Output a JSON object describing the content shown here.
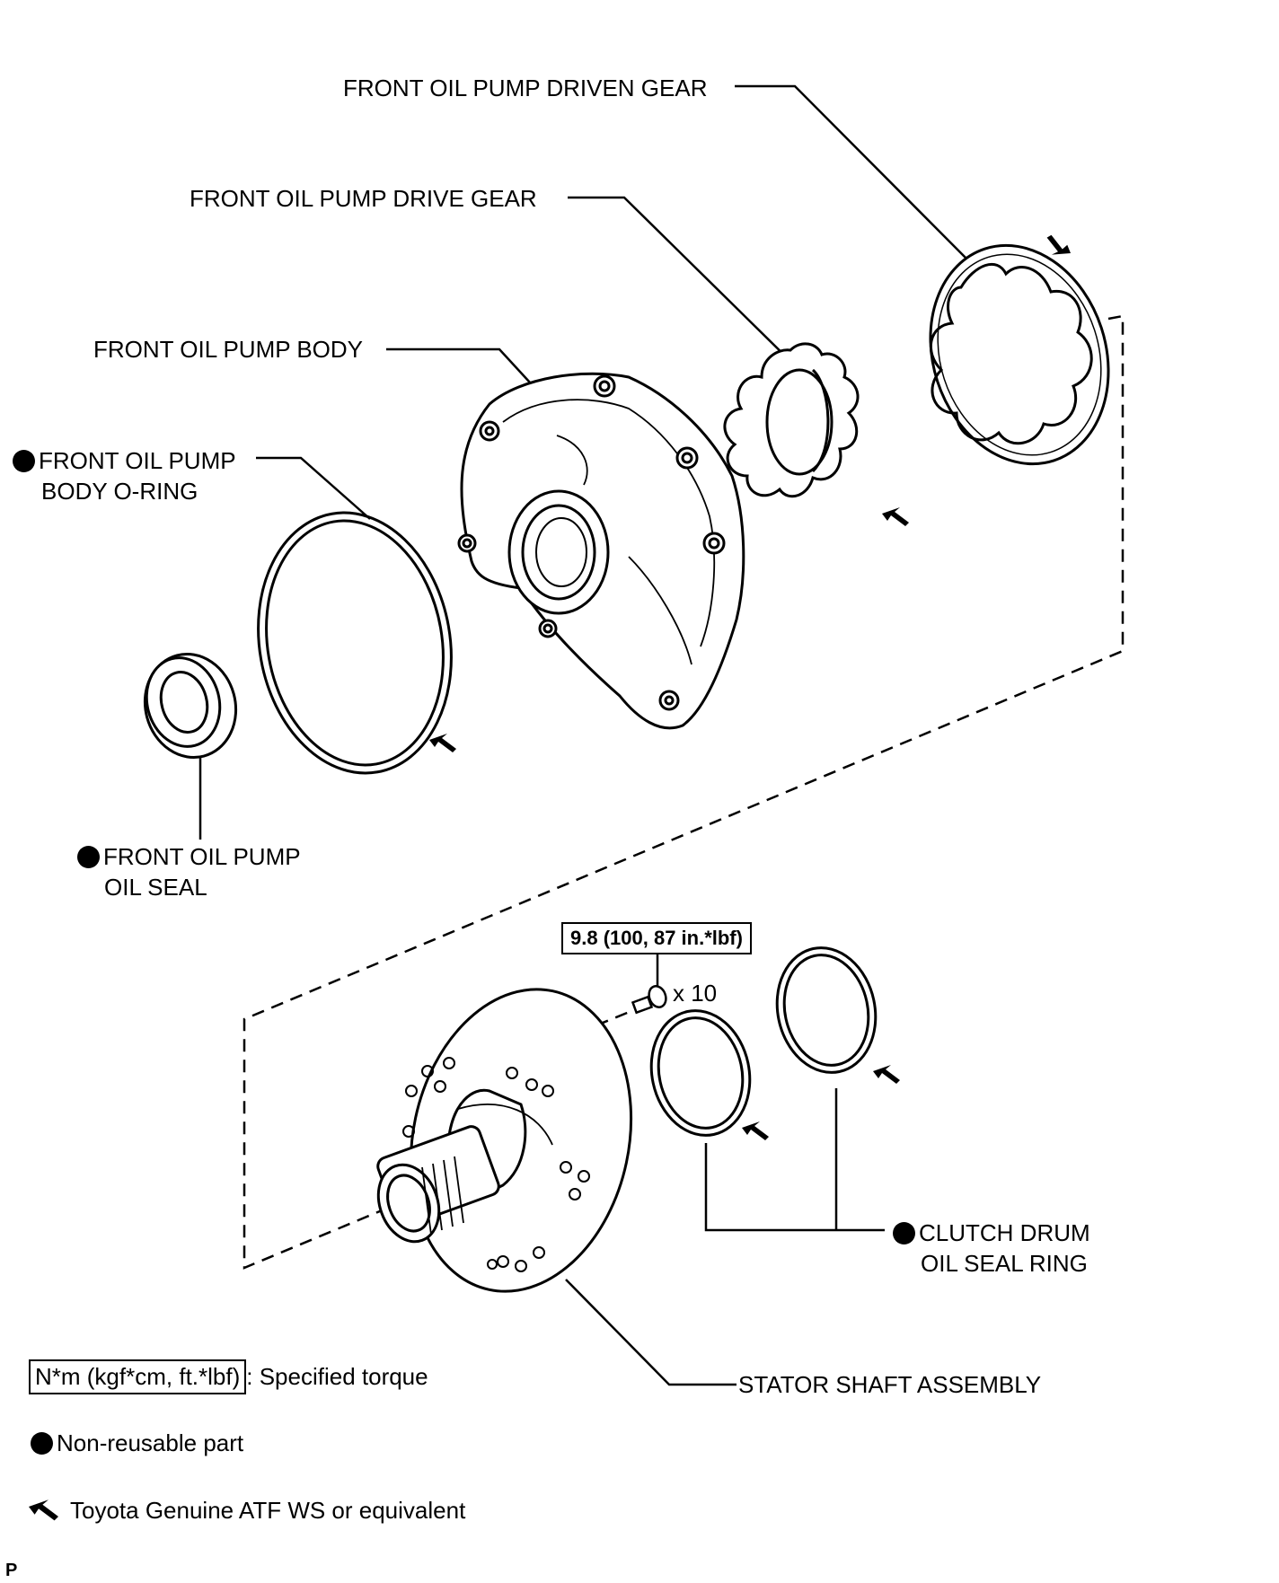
{
  "labels": {
    "driven_gear": "FRONT OIL PUMP DRIVEN GEAR",
    "drive_gear": "FRONT OIL PUMP DRIVE GEAR",
    "pump_body": "FRONT OIL PUMP BODY",
    "oring_1": "FRONT OIL PUMP",
    "oring_2": "BODY O-RING",
    "oil_seal_1": "FRONT OIL PUMP",
    "oil_seal_2": "OIL SEAL",
    "torque_value": "9.8 (100, 87 in.*lbf)",
    "bolt_count": "x 10",
    "clutch_seal_1": "CLUTCH DRUM",
    "clutch_seal_2": "OIL SEAL RING",
    "stator": "STATOR SHAFT ASSEMBLY"
  },
  "legend": {
    "torque_box": "N*m (kgf*cm, ft.*lbf)",
    "torque_text": ": Specified torque",
    "nonreusable": "Non-reusable part",
    "atf": "Toyota Genuine ATF WS or equivalent"
  },
  "page_code": "P"
}
